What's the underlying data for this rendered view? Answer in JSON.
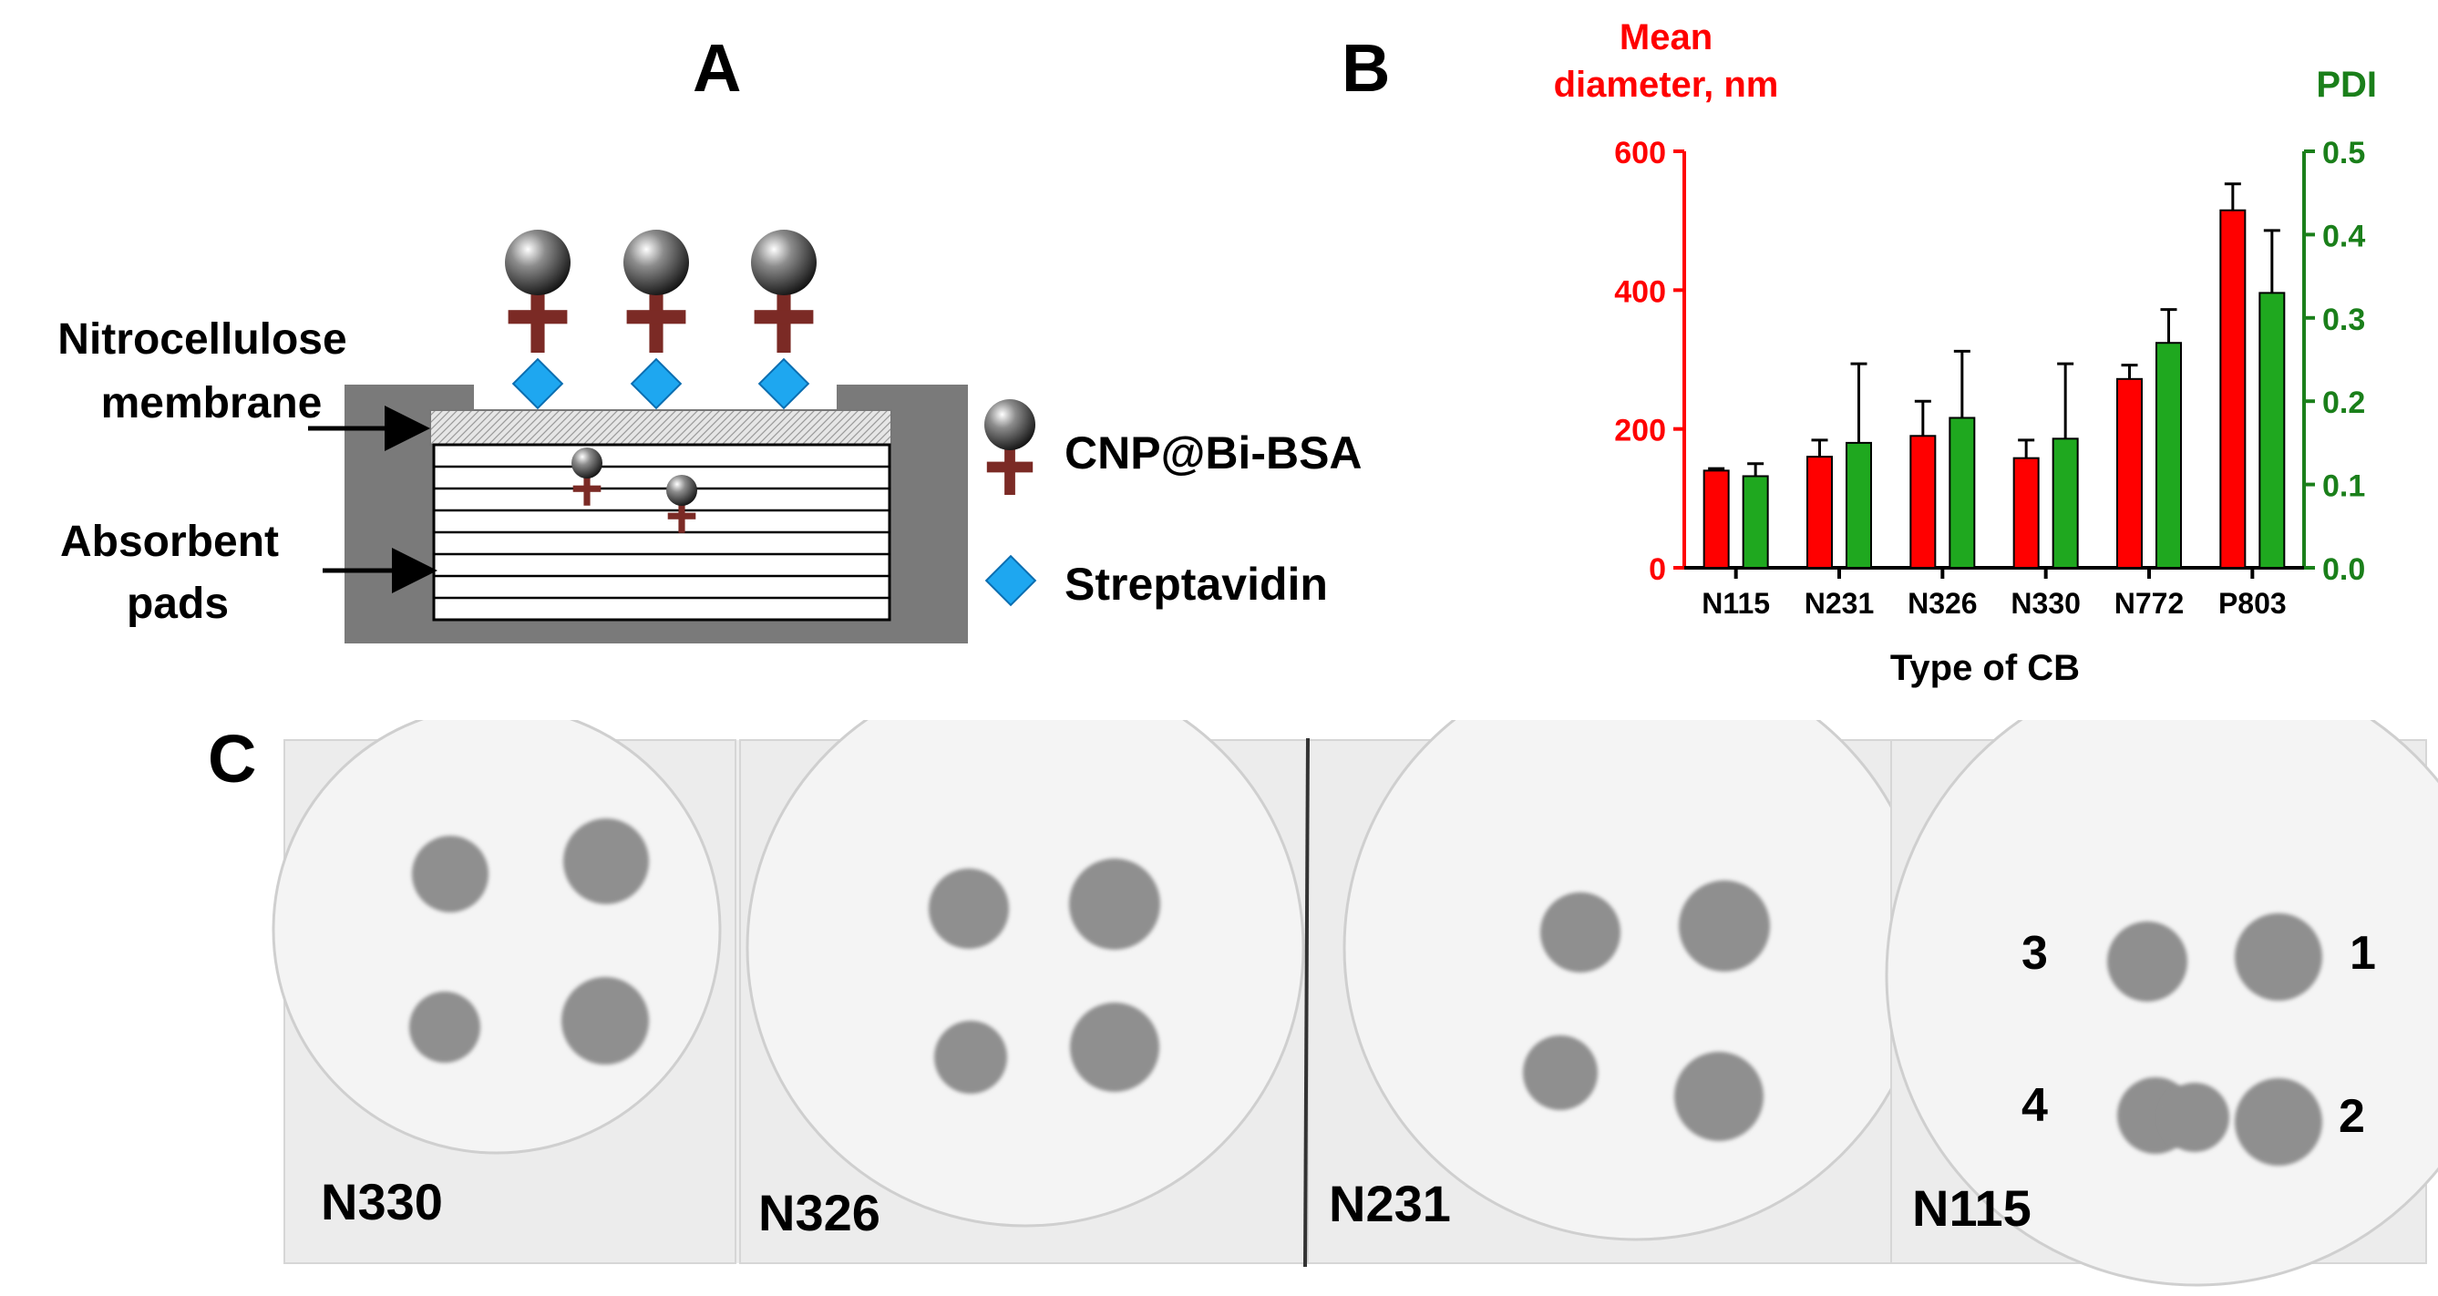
{
  "panel_a": {
    "letter": "A",
    "label_nitrocellulose_line1": "Nitrocellulose",
    "label_nitrocellulose_line2": "membrane",
    "label_absorbent_line1": "Absorbent",
    "label_absorbent_line2": "pads",
    "legend_cnp": "CNP@Bi-BSA",
    "legend_streptavidin": "Streptavidin",
    "colors": {
      "frame": "#7a7a7a",
      "cross": "#7b2a25",
      "diamond": "#1ea7f0",
      "sphere": "#1a1a1a"
    },
    "icons": [
      "sphere-icon",
      "cross-icon",
      "diamond-icon",
      "arrow-icon"
    ]
  },
  "panel_b": {
    "letter": "B",
    "left_axis_title_line1": "Mean",
    "left_axis_title_line2": "diameter, nm",
    "right_axis_title": "PDI",
    "colors": {
      "left": "#ff0000",
      "right": "#1a7f1a",
      "bar_red": "#ff0000",
      "bar_green": "#1fa81f"
    }
  },
  "chart_data": {
    "type": "bar",
    "xlabel": "Type of CB",
    "categories": [
      "N115",
      "N231",
      "N326",
      "N330",
      "N772",
      "P803"
    ],
    "series": [
      {
        "axis": "left",
        "values": [
          140,
          160,
          190,
          158,
          272,
          515
        ],
        "errors": [
          3,
          24,
          50,
          26,
          20,
          38
        ]
      },
      {
        "axis": "right",
        "values": [
          0.11,
          0.15,
          0.18,
          0.155,
          0.27,
          0.33
        ],
        "errors": [
          0.015,
          0.095,
          0.08,
          0.09,
          0.04,
          0.075
        ]
      }
    ],
    "ylim_left": [
      0,
      600
    ],
    "yticks_left": [
      "0",
      "200",
      "400",
      "600"
    ],
    "ylim_right": [
      0,
      0.5
    ],
    "yticks_right": [
      "0.0",
      "0.1",
      "0.2",
      "0.3",
      "0.4",
      "0.5"
    ]
  },
  "panel_c": {
    "letter": "C",
    "membranes": [
      "N330",
      "N326",
      "N231",
      "N115"
    ],
    "spot_numbers": [
      "3",
      "1",
      "4",
      "2"
    ],
    "colors": {
      "spot": "#8f8f8f",
      "membrane": "#f4f4f4",
      "border": "#cfcfcf"
    }
  }
}
